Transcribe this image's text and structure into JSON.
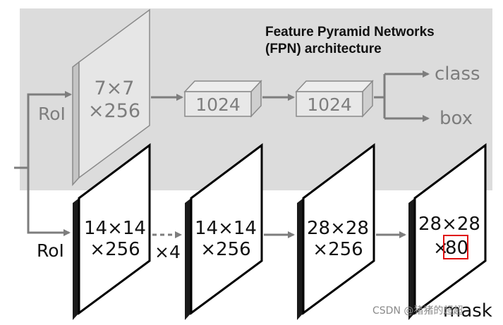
{
  "title": "Feature Pyramid Networks\n(FPN) architecture",
  "box_head": {
    "roi_label": "RoI",
    "feature_line1": "7×7",
    "feature_line2": "×256",
    "fc1_label": "1024",
    "fc2_label": "1024",
    "output_class": "class",
    "output_box": "box"
  },
  "mask_head": {
    "roi_label": "RoI",
    "repeat_label": "×4",
    "conv1_line1": "14×14",
    "conv1_line2": "×256",
    "conv2_line1": "14×14",
    "conv2_line2": "×256",
    "deconv_line1": "28×28",
    "deconv_line2": "×256",
    "out_line1": "28×28",
    "out_line2_prefix": "×",
    "out_line2_highlight": "80",
    "output_label": "mask"
  },
  "colors": {
    "panel": "#dcdcdc",
    "arrow": "#7d7d7d",
    "highlight_box": "#e01010"
  },
  "watermark": "CSDN @猪猪的超超"
}
